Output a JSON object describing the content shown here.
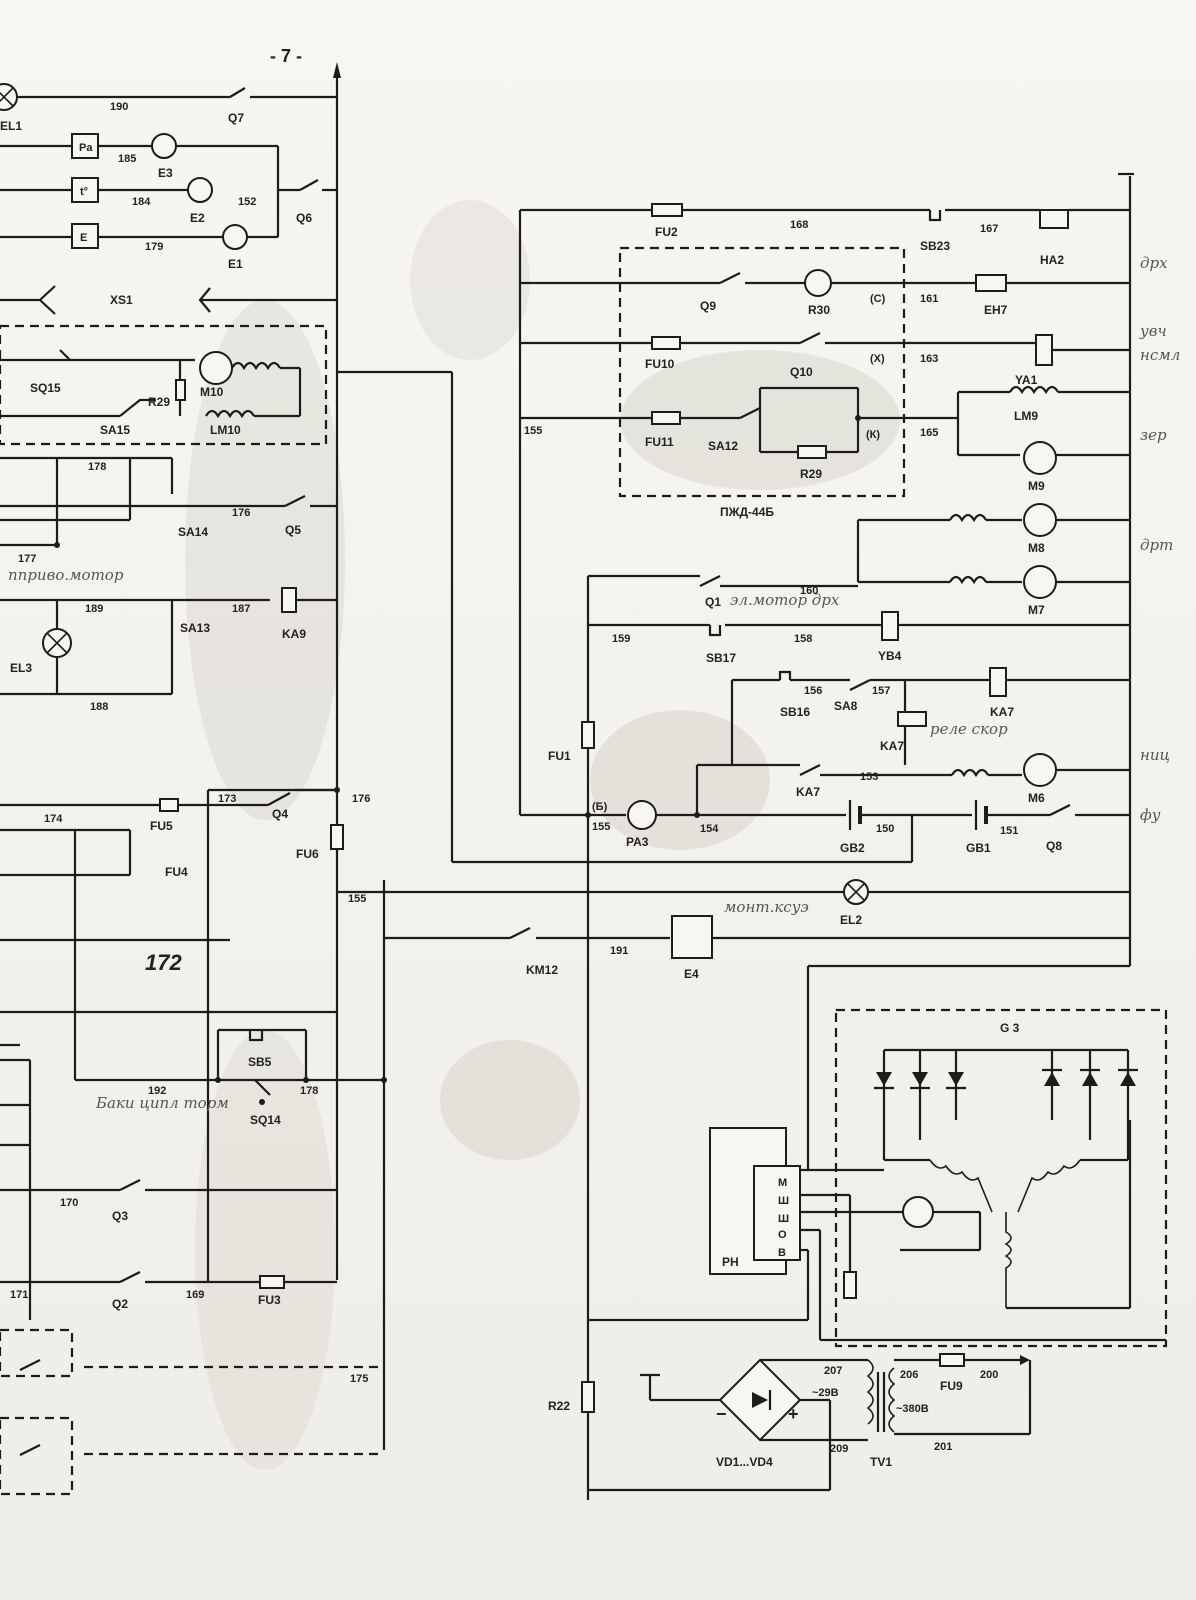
{
  "page_number": "- 7 -",
  "big_number": "172",
  "subassembly": "ПЖД-44Б",
  "generator": "G 3",
  "regulator": "PH",
  "regulator_terminals": [
    "M",
    "Ш",
    "Ш",
    "О",
    "B"
  ],
  "transformer": {
    "name": "TV1",
    "v_low": "~29В",
    "v_high": "~380В"
  },
  "rectifier": "VD1...VD4",
  "marks": {
    "b": "(Б)",
    "k": "(К)",
    "x": "(Х)",
    "c": "(С)"
  },
  "components": {
    "EL1": "EL1",
    "Q7": "Q7",
    "E3": "E3",
    "E2": "E2",
    "E1": "E1",
    "Q6": "Q6",
    "XS1": "XS1",
    "SQ15": "SQ15",
    "R29a": "R29",
    "M10": "M10",
    "LM10": "LM10",
    "SA15": "SA15",
    "SA14": "SA14",
    "Q5": "Q5",
    "EL3": "EL3",
    "SA13": "SA13",
    "KA9": "KA9",
    "Q4": "Q4",
    "FU5": "FU5",
    "FU4": "FU4",
    "FU6": "FU6",
    "KM12": "KM12",
    "SB5": "SB5",
    "SQ14": "SQ14",
    "Q3": "Q3",
    "Q2": "Q2",
    "FU3": "FU3",
    "HA2": "HA2",
    "SB23": "SB23",
    "FU2": "FU2",
    "Q9": "Q9",
    "R30": "R30",
    "EH7": "EH7",
    "FU10": "FU10",
    "Q10": "Q10",
    "YA1": "YA1",
    "FU11": "FU11",
    "SA12": "SA12",
    "R29": "R29",
    "LM9": "LM9",
    "M9": "M9",
    "M8": "M8",
    "M7": "M7",
    "Q1": "Q1",
    "SB17": "SB17",
    "YB4": "YB4",
    "SB16": "SB16",
    "SA8": "SA8",
    "KA7": "KA7",
    "FU1": "FU1",
    "M6": "M6",
    "PA3": "PA3",
    "GB2": "GB2",
    "GB1": "GB1",
    "Q8": "Q8",
    "EL2": "EL2",
    "E4": "E4",
    "R22": "R22",
    "FU9": "FU9"
  },
  "wires": {
    "w190": "190",
    "w185": "185",
    "w184": "184",
    "w152": "152",
    "w179": "179",
    "w178": "178",
    "w176": "176",
    "w177": "177",
    "w189": "189",
    "w187": "187",
    "w188": "188",
    "w174": "174",
    "w173": "173",
    "w175": "175",
    "w155": "155",
    "w192": "192",
    "w170": "170",
    "w171": "171",
    "w169": "169",
    "w176b": "176",
    "w168": "168",
    "w167": "167",
    "w161": "161",
    "w163": "163",
    "w165": "165",
    "w155r": "155",
    "w160": "160",
    "w159": "159",
    "w158": "158",
    "w156": "156",
    "w157": "157",
    "w153": "153",
    "w154": "154",
    "w155b": "155",
    "w150": "150",
    "w151": "151",
    "w191": "191",
    "w207": "207",
    "w206": "206",
    "w200": "200",
    "w209": "209",
    "w201": "201"
  },
  "notes": {
    "n1": "пприво.мотор",
    "n2": "эл.мотор дрх",
    "n3": "реле скор",
    "n4": "монт.ксуэ",
    "n5": "Баки ципл торм",
    "r1": "дрх",
    "r2": "увч",
    "r3": "нсмл",
    "r4": "зер",
    "r5": "дрт",
    "r6": "ниц",
    "r7": "фу"
  }
}
